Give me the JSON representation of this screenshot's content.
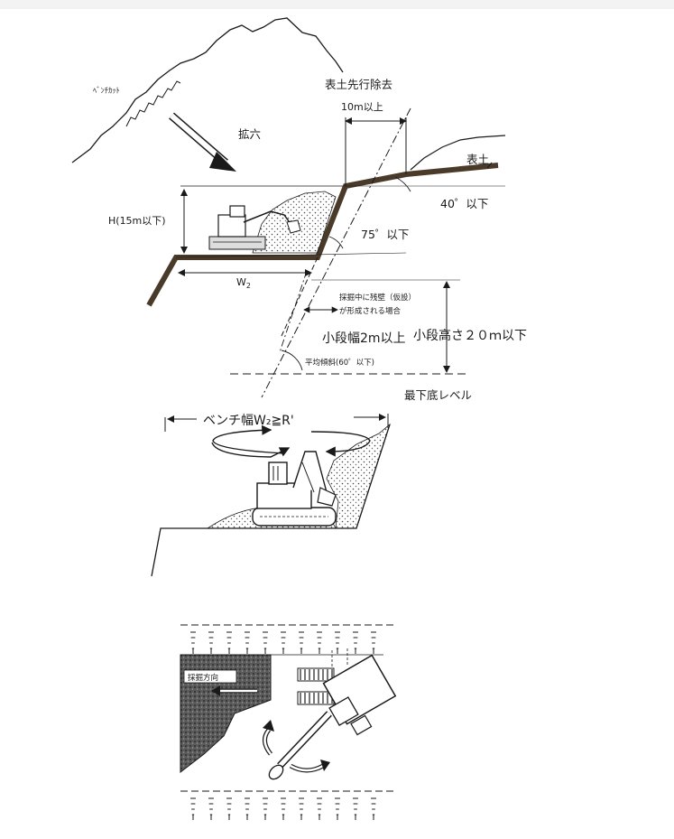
{
  "figure1": {
    "bench_cut_label": "ﾍﾞﾝﾁｶｯﾄ",
    "expansion_label": "拡六",
    "topsoil_removal_label": "表土先行除去",
    "topsoil_removal_dist": "10m以上",
    "topsoil_label": "表土",
    "angle_40": "40゜以下",
    "angle_75": "75゜以下",
    "height_label": "H(15m以下)",
    "width_label": "W",
    "width_sub": "2",
    "residual_wall_line1": "採掘中に残壁（仮設）",
    "residual_wall_line2": "が形成される場合",
    "small_step_width": "小段幅2m以上",
    "small_step_height": "小段高さ２０ｍ以下",
    "avg_slope": "平均傾斜(60゜以下)",
    "bottom_level": "最下底レベル"
  },
  "figure2": {
    "bench_width_label": "ベンチ幅W₂≧R'"
  },
  "figure3": {
    "mining_direction_label": "採掘方向"
  },
  "colors": {
    "line": "#1a1a1a",
    "ground": "#4a3a2a",
    "hatch": "#3a3a3a"
  }
}
